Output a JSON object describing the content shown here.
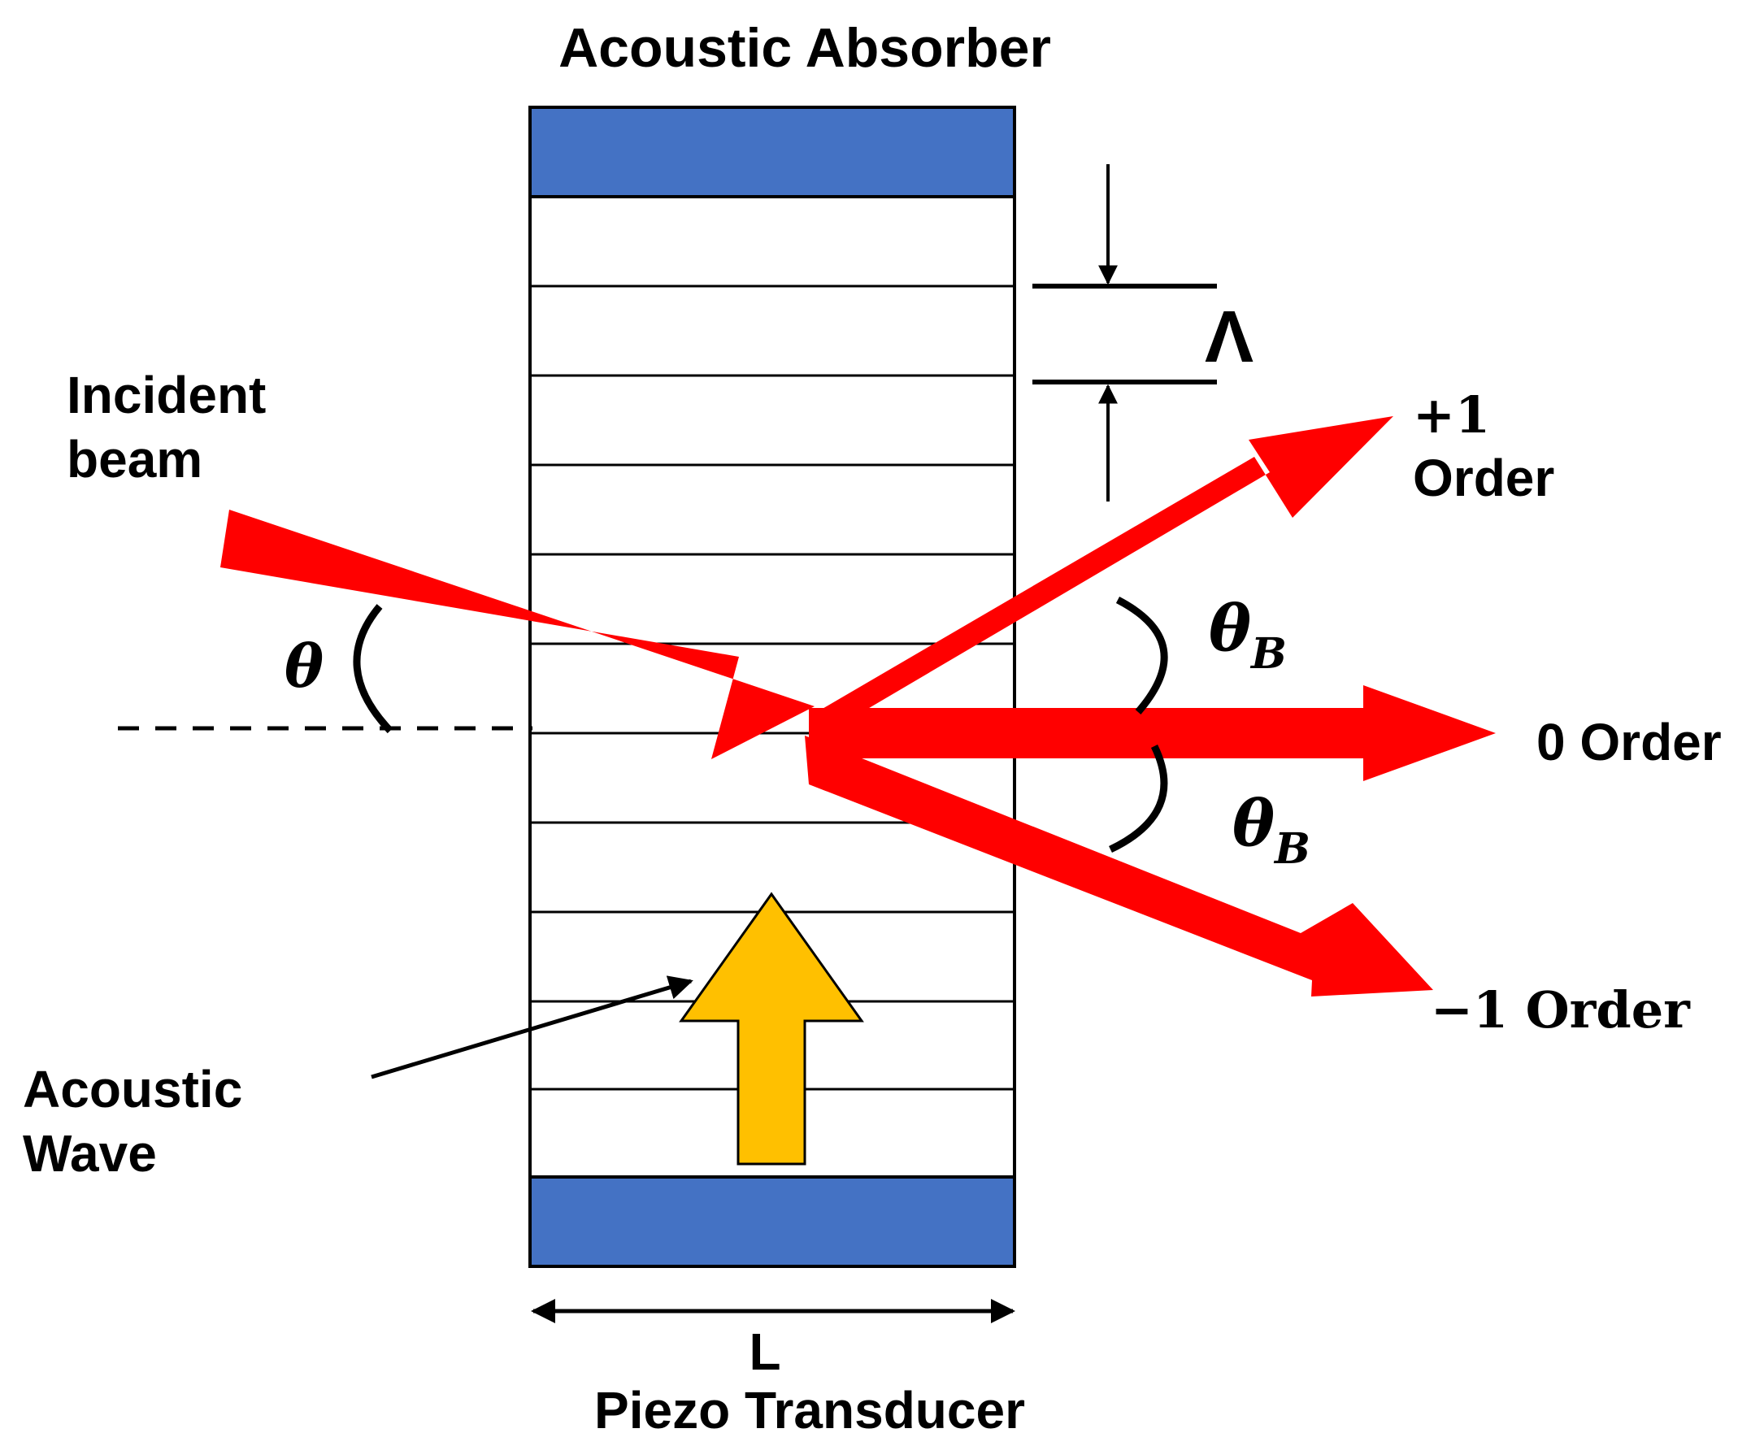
{
  "labels": {
    "top": "Acoustic Absorber",
    "incident_line1": "Incident",
    "incident_line2": "beam",
    "acoustic_line1": "Acoustic",
    "acoustic_line2": "Wave",
    "length": "L",
    "bottom": "Piezo Transducer",
    "lambda": "Λ",
    "theta": "θ",
    "theta_b": "θ",
    "theta_b_sub": "B",
    "plus1_line1": "+1",
    "plus1_line2": "Order",
    "zero_order": "0 Order",
    "minus1_order": "−1 Order"
  },
  "colors": {
    "beam": "#ff0000",
    "absorber": "#4472c4",
    "acoustic_arrow": "#ffc000",
    "line": "#000000"
  }
}
